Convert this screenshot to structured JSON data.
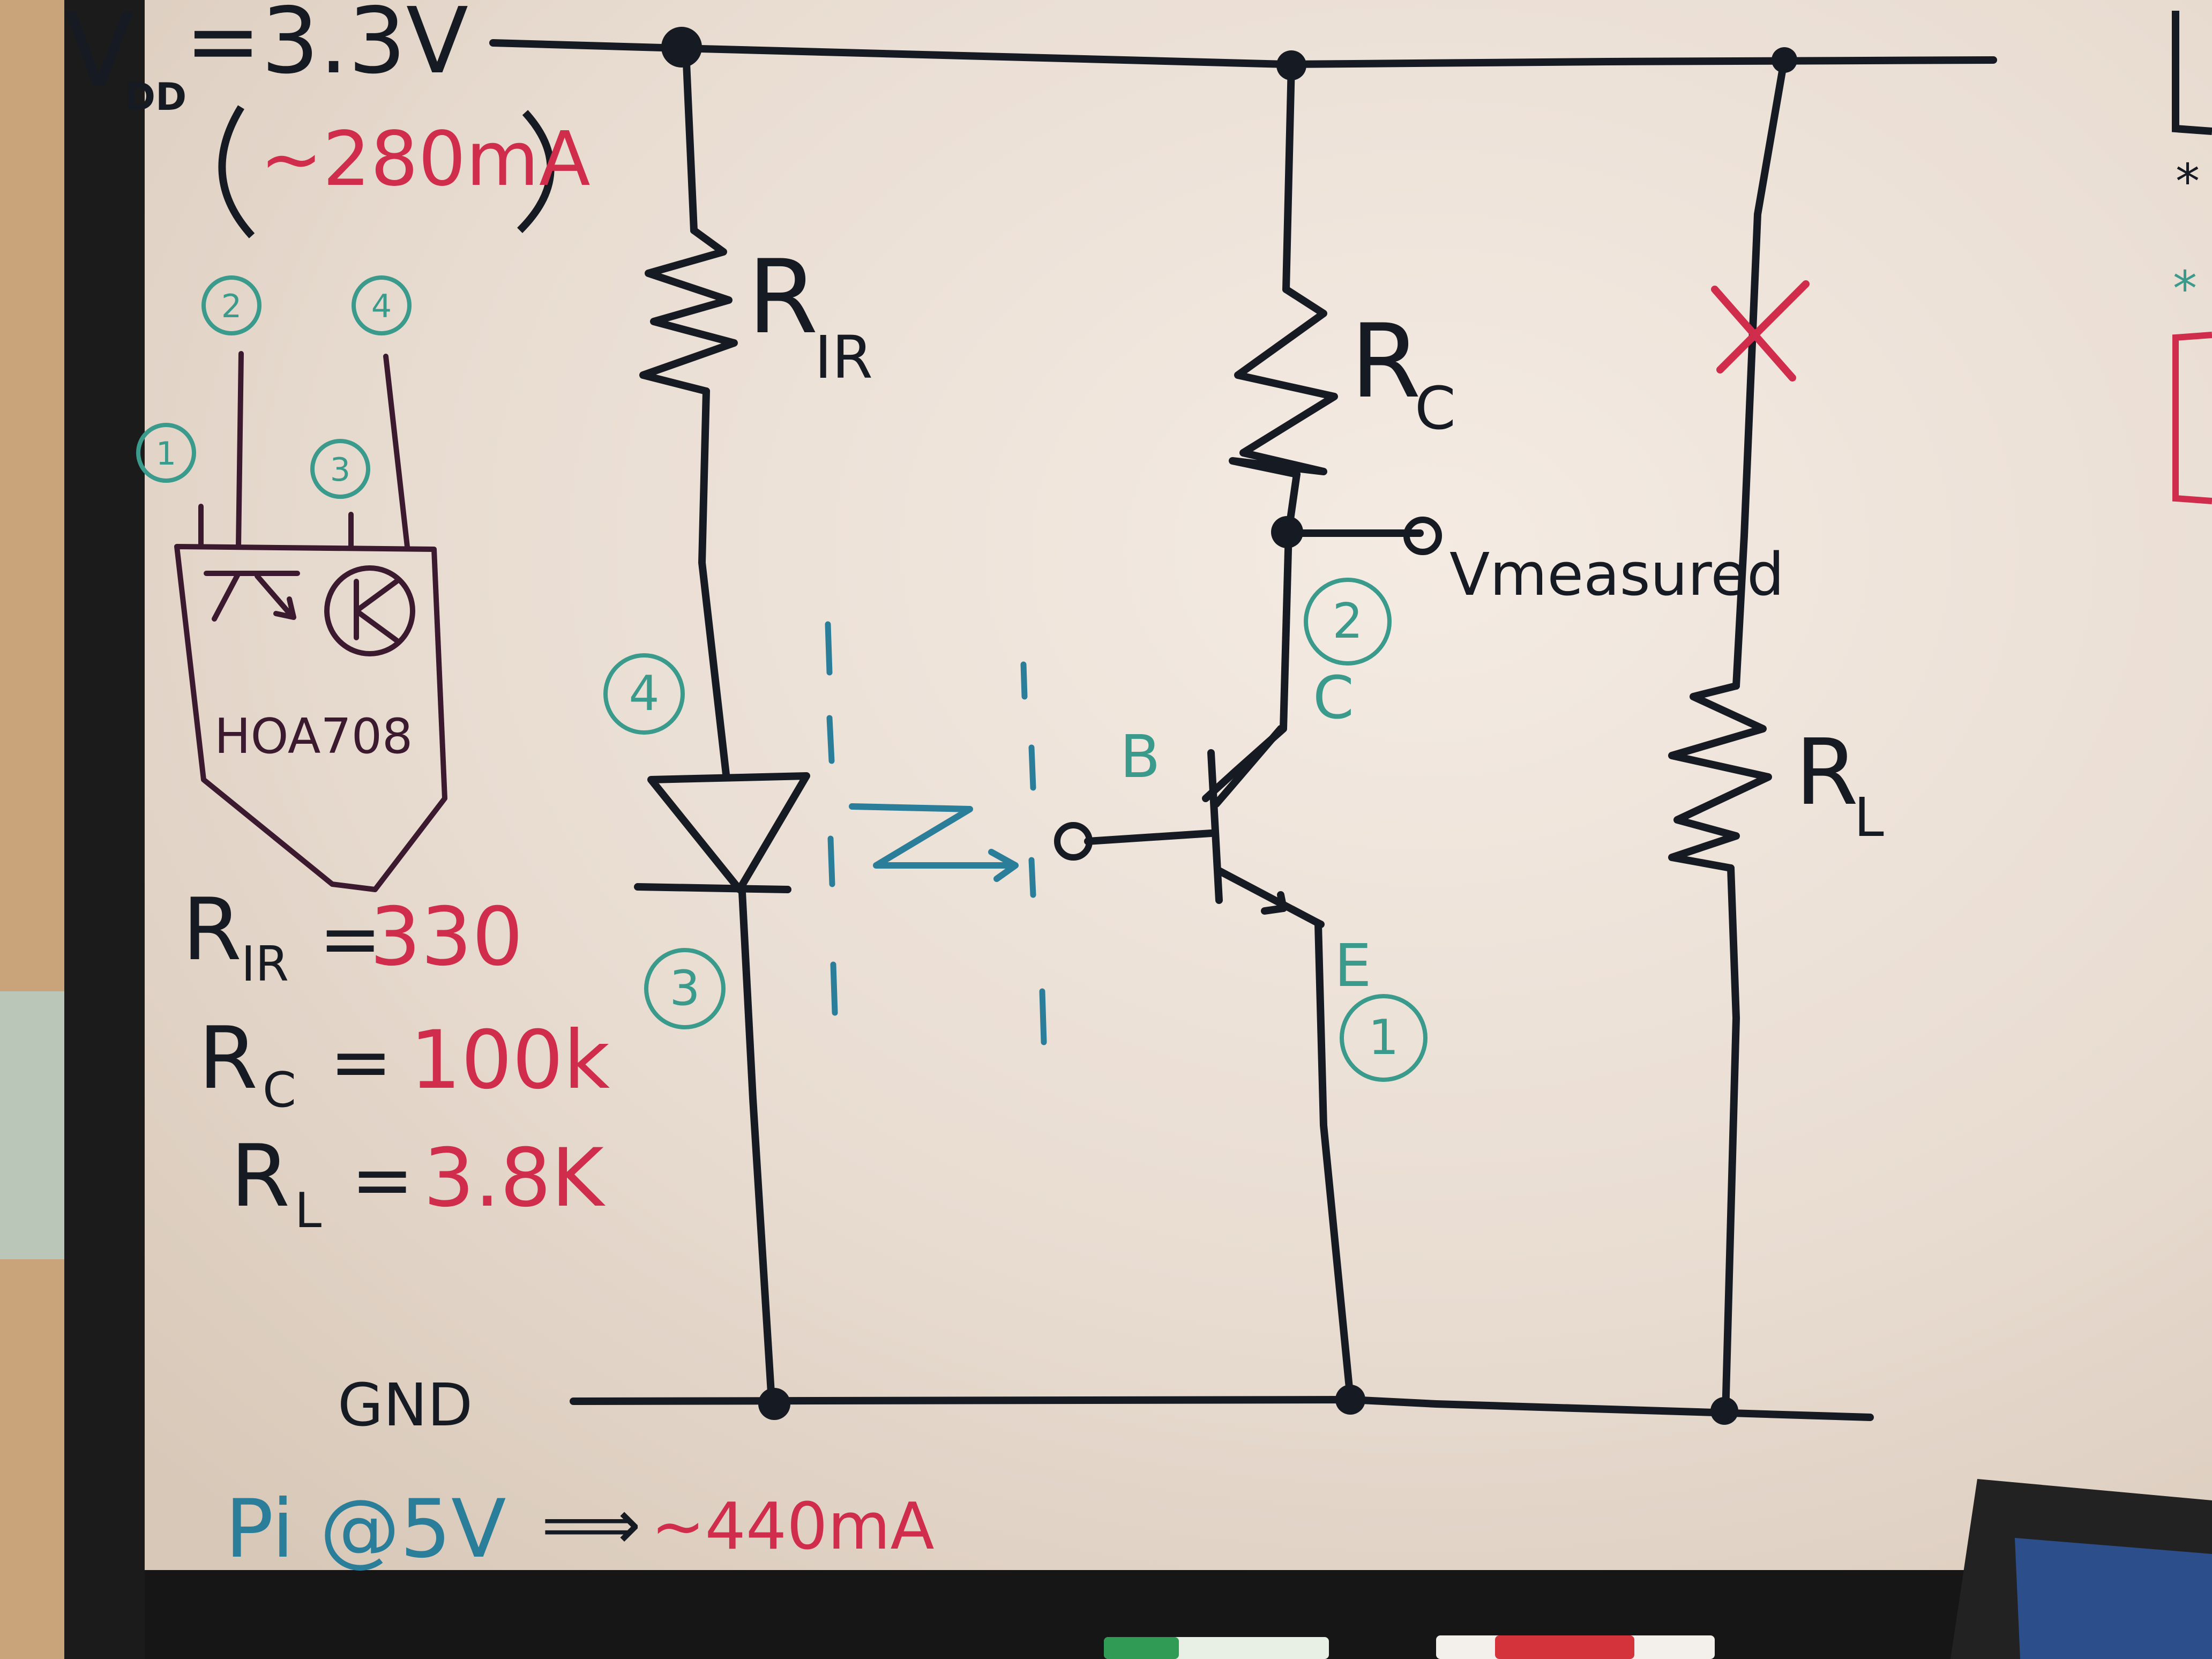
{
  "power": {
    "vdd_label": "V",
    "vdd_sub": "DD",
    "vdd_value": "=3.3V",
    "vdd_current": "~280mA"
  },
  "part": {
    "name": "HOA708",
    "pins": [
      "1",
      "2",
      "3",
      "4"
    ]
  },
  "components": {
    "r_ir": {
      "main": "R",
      "sub": "IR"
    },
    "r_c": {
      "main": "R",
      "sub": "C"
    },
    "r_l": {
      "main": "R",
      "sub": "L"
    }
  },
  "nodes": {
    "v_measured": "Vmeasured",
    "base": "B",
    "collector": "C",
    "emitter": "E",
    "ground": "GND",
    "emitter_pin": "1",
    "collector_pin": "2",
    "led_anode_pin": "4",
    "led_cathode_pin": "3"
  },
  "values": [
    {
      "label": "R",
      "sub": "IR",
      "eq": "=",
      "value": "330"
    },
    {
      "label": "R",
      "sub": "C",
      "eq": "=",
      "value": "100k"
    },
    {
      "label": "R",
      "sub": "L",
      "eq": "=",
      "value": "3.8K"
    }
  ],
  "footer": {
    "pi_label": "Pi @5V",
    "arrow": "⟹",
    "pi_current": "~440mA"
  },
  "colors": {
    "ink_black": "#161a22",
    "ink_teal": "#3a9a8c",
    "ink_blue": "#2b7e9a",
    "ink_red": "#cf2d4b",
    "board": "#e9ddd0",
    "frame": "#1b1b1b"
  }
}
